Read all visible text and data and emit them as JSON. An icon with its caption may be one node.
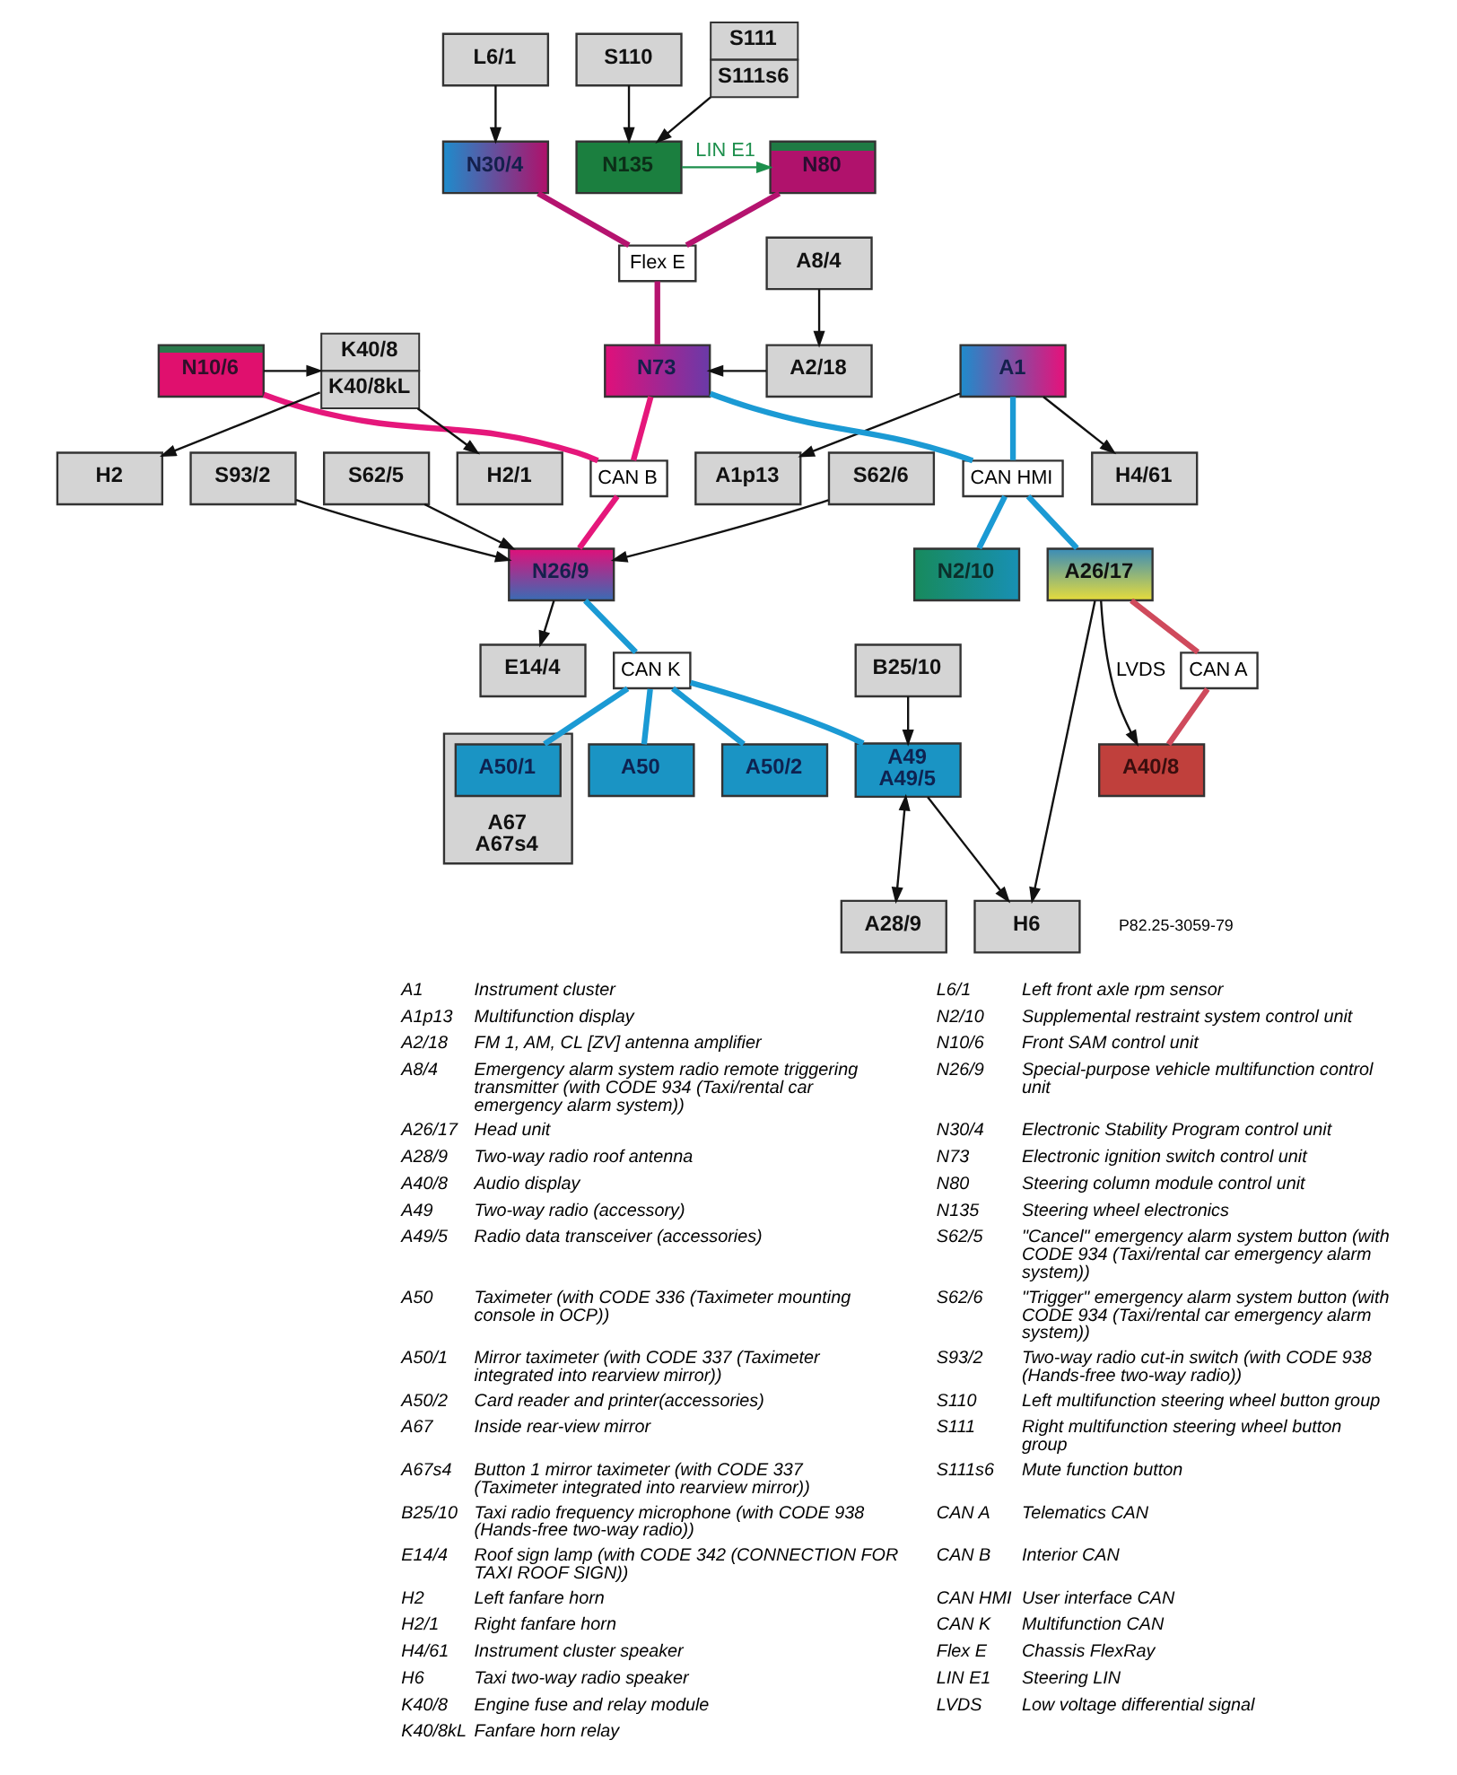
{
  "diagram": {
    "nodes": [
      {
        "text": [
          "L6/1"
        ]
      },
      {
        "text": [
          "H4/61"
        ]
      },
      {
        "text": [
          "A8/4"
        ]
      },
      {
        "text": [
          "N30/4"
        ]
      },
      {
        "text": [
          "N80"
        ]
      },
      {
        "text": [
          "N135"
        ]
      },
      {
        "text": [
          "S110"
        ]
      },
      {
        "text": [
          "S111",
          "S111s6"
        ]
      },
      {
        "text": [
          "Flex E"
        ]
      },
      {
        "text": [
          "A1p13"
        ]
      },
      {
        "text": [
          "A1"
        ]
      },
      {
        "text": [
          "A2/18"
        ]
      },
      {
        "text": [
          "N73"
        ]
      },
      {
        "text": [
          "N10/6"
        ]
      },
      {
        "text": [
          "K40/8",
          "K40/8kL"
        ]
      },
      {
        "text": [
          "H2"
        ]
      },
      {
        "text": [
          "CAN HMI"
        ]
      },
      {
        "text": [
          "CAN B"
        ]
      },
      {
        "text": [
          "H2/1"
        ]
      },
      {
        "text": [
          "N2/10"
        ]
      },
      {
        "text": [
          "A26/17"
        ]
      },
      {
        "text": [
          "S62/5"
        ]
      },
      {
        "text": [
          "N26/9"
        ]
      },
      {
        "text": [
          "CAN K"
        ]
      },
      {
        "text": [
          "S62/6"
        ]
      },
      {
        "text": [
          "CAN A"
        ]
      },
      {
        "text": [
          "E14/4"
        ]
      },
      {
        "text": [
          "B25/10"
        ]
      },
      {
        "text": [
          "A49",
          "A49/5"
        ]
      },
      {
        "text": [
          "A67",
          "A67s4"
        ]
      },
      {
        "text": [
          "A50/1"
        ],
        "in": 29
      },
      {
        "text": [
          "A50"
        ]
      },
      {
        "text": [
          "A50/2"
        ]
      },
      {
        "text": [
          "A40/8"
        ]
      },
      {
        "text": [
          "S93/2"
        ]
      },
      {
        "text": [
          "H6"
        ]
      },
      {
        "text": [
          "A28/9"
        ]
      }
    ],
    "edges": [
      {
        "from": 0,
        "to": 3,
        "arrow": "to"
      },
      {
        "from": 5,
        "to": 4,
        "arrow": "to",
        "label": "LIN E1",
        "color": "#1d8f4c"
      },
      {
        "from": 6,
        "to": 5,
        "arrow": "to"
      },
      {
        "from": 7,
        "to": 5,
        "arrow": "to"
      },
      {
        "from": 3,
        "to": 8,
        "arrow": "none",
        "style": "thick",
        "color": "#b5136f"
      },
      {
        "from": 4,
        "to": 8,
        "arrow": "none",
        "style": "thick",
        "color": "#b5136f"
      },
      {
        "from": 8,
        "to": 12,
        "arrow": "none",
        "style": "thick",
        "color": "#b5136f"
      },
      {
        "from": 10,
        "to": 1,
        "arrow": "to"
      },
      {
        "from": 2,
        "to": 11,
        "arrow": "to"
      },
      {
        "from": 10,
        "to": 9,
        "arrow": "to"
      },
      {
        "from": 11,
        "to": 12,
        "arrow": "to"
      },
      {
        "from": 13,
        "to": 14,
        "arrow": "to"
      },
      {
        "from": 14,
        "to": 15,
        "arrow": "to"
      },
      {
        "from": 14,
        "to": 18,
        "arrow": "to"
      },
      {
        "from": 10,
        "to": 16,
        "arrow": "none",
        "style": "thick",
        "color": "#1b9ad4"
      },
      {
        "from": 12,
        "to": 16,
        "arrow": "none",
        "style": "thick",
        "color": "#1b9ad4"
      },
      {
        "from": 12,
        "to": 17,
        "arrow": "none",
        "style": "thick",
        "color": "#e5177b"
      },
      {
        "from": 13,
        "to": 17,
        "arrow": "none",
        "style": "thick",
        "color": "#e5177b"
      },
      {
        "from": 16,
        "to": 19,
        "arrow": "none",
        "style": "thick",
        "color": "#1b9ad4"
      },
      {
        "from": 16,
        "to": 20,
        "arrow": "none",
        "style": "thick",
        "color": "#1b9ad4"
      },
      {
        "from": 17,
        "to": 22,
        "arrow": "none",
        "style": "thick",
        "color": "#e5177b"
      },
      {
        "from": 21,
        "to": 22,
        "arrow": "to"
      },
      {
        "from": 24,
        "to": 22,
        "arrow": "to"
      },
      {
        "from": 34,
        "to": 22,
        "arrow": "to"
      },
      {
        "from": 22,
        "to": 26,
        "arrow": "to"
      },
      {
        "from": 22,
        "to": 23,
        "arrow": "none",
        "style": "thick",
        "color": "#1b9ad4"
      },
      {
        "from": 20,
        "to": 25,
        "arrow": "none",
        "style": "thick",
        "color": "#cf4a5c"
      },
      {
        "from": 25,
        "to": 33,
        "arrow": "none",
        "style": "thick",
        "color": "#cf4a5c"
      },
      {
        "from": 20,
        "to": 33,
        "arrow": "to",
        "label": "LVDS"
      },
      {
        "from": 20,
        "to": 35,
        "arrow": "to"
      },
      {
        "from": 23,
        "to": 28,
        "arrow": "none",
        "style": "thick",
        "color": "#1b9ad4"
      },
      {
        "from": 23,
        "to": 30,
        "arrow": "none",
        "style": "thick",
        "color": "#1b9ad4"
      },
      {
        "from": 23,
        "to": 31,
        "arrow": "none",
        "style": "thick",
        "color": "#1b9ad4"
      },
      {
        "from": 23,
        "to": 32,
        "arrow": "none",
        "style": "thick",
        "color": "#1b9ad4"
      },
      {
        "from": 27,
        "to": 28,
        "arrow": "to"
      },
      {
        "from": 28,
        "to": 35,
        "arrow": "to"
      },
      {
        "from": 28,
        "to": 36,
        "arrow": "both"
      }
    ],
    "labels": [
      "P82.25-3059-79",
      "A1",
      "Instrument cluster",
      "L6/1",
      "Left front axle rpm sensor",
      "A1p13",
      "Multifunction display",
      "N2/10",
      "Supplemental restraint system control unit",
      "A2/18",
      "FM 1, AM, CL [ZV] antenna amplifier",
      "N10/6",
      "Front SAM control unit",
      "A8/4",
      "Emergency alarm system radio remote triggering transmitter (with CODE 934 (Taxi/rental car emergency alarm system))",
      "N26/9",
      "Special-purpose vehicle multifunction control unit",
      "A26/17",
      "Head unit",
      "N30/4",
      "Electronic Stability Program control unit",
      "A28/9",
      "Two-way radio roof antenna",
      "N73",
      "Electronic ignition switch control unit",
      "A40/8",
      "Audio display",
      "N80",
      "Steering column module control unit",
      "A49",
      "Two-way radio (accessory)",
      "N135",
      "Steering wheel electronics",
      "A49/5",
      "Radio data transceiver (accessories)",
      "S62/5",
      "\"Cancel\" emergency alarm system button (with CODE 934 (Taxi/rental car emergency alarm system))",
      "A50",
      "Taximeter (with CODE 336 (Taximeter mounting console in OCP))",
      "S62/6",
      "\"Trigger\" emergency alarm system button (with CODE 934 (Taxi/rental car emergency alarm system))",
      "A50/1",
      "Mirror taximeter (with CODE 337 (Taximeter integrated into rearview mirror))",
      "S93/2",
      "Two-way radio cut-in switch (with CODE 938 (Hands-free two-way radio))",
      "A50/2",
      "Card reader and printer(accessories)",
      "S110",
      "Left multifunction steering wheel button group",
      "A67",
      "Inside rear-view mirror",
      "S111",
      "Right multifunction steering wheel button group",
      "A67s4",
      "Button 1 mirror taximeter (with CODE 337 (Taximeter integrated into rearview mirror))",
      "S111s6",
      "Mute function button",
      "B25/10",
      "Taxi radio frequency microphone (with CODE 938 (Hands-free two-way radio))",
      "CAN A",
      "Telematics CAN",
      "E14/4",
      "Roof sign lamp (with CODE 342 (CONNECTION FOR TAXI ROOF SIGN))",
      "CAN B",
      "Interior CAN",
      "H2",
      "Left fanfare horn",
      "CAN HMI",
      "User interface CAN",
      "H2/1",
      "Right fanfare horn",
      "CAN K",
      "Multifunction CAN",
      "H4/61",
      "Instrument cluster speaker",
      "Flex E",
      "Chassis FlexRay",
      "H6",
      "Taxi two-way radio speaker",
      "LIN E1",
      "Steering LIN",
      "K40/8",
      "Engine fuse and relay module",
      "LVDS",
      "Low voltage differential signal",
      "K40/8kL",
      "Fanfare horn relay"
    ]
  }
}
